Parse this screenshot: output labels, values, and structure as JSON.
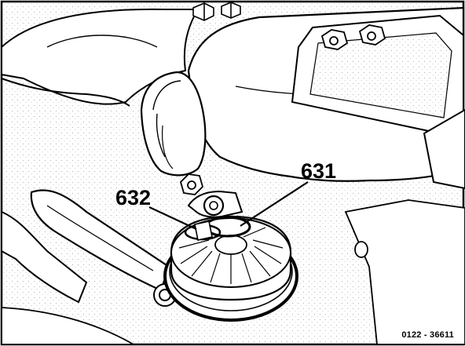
{
  "callouts": {
    "part_631": "631",
    "part_632": "632"
  },
  "figure_number": "0122 - 36611",
  "colors": {
    "line": "#000000",
    "background": "#ffffff",
    "stipple": "#9a9a9a"
  }
}
